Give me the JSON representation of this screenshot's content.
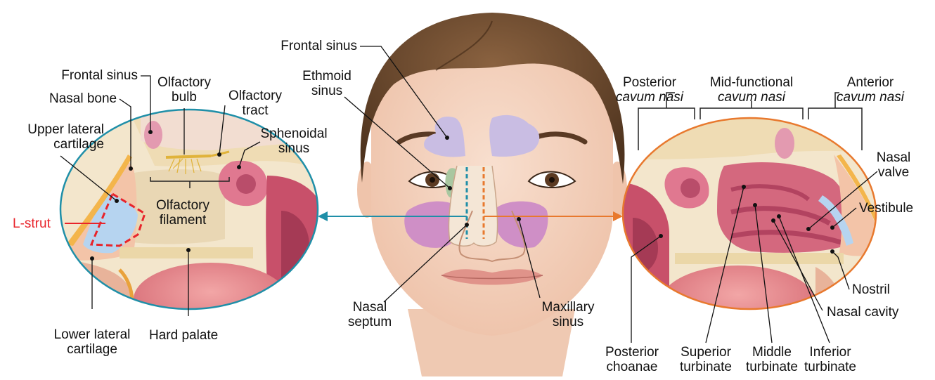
{
  "left_panel": {
    "frontal_sinus": "Frontal sinus",
    "nasal_bone": "Nasal bone",
    "upper_lateral_cartilage": [
      "Upper lateral",
      "cartilage"
    ],
    "olfactory_bulb": [
      "Olfactory",
      "bulb"
    ],
    "olfactory_tract": [
      "Olfactory",
      "tract"
    ],
    "sphenoidal_sinus": [
      "Sphenoidal",
      "sinus"
    ],
    "olfactory_filament": [
      "Olfactory",
      "filament"
    ],
    "l_strut": "L-strut",
    "lower_lateral_cartilage": [
      "Lower lateral",
      "cartilage"
    ],
    "hard_palate": "Hard palate"
  },
  "center_panel": {
    "frontal_sinus": "Frontal sinus",
    "ethmoid_sinus": [
      "Ethmoid",
      "sinus"
    ],
    "nasal_septum": [
      "Nasal",
      "septum"
    ],
    "maxillary_sinus": [
      "Maxillary",
      "sinus"
    ]
  },
  "right_panel": {
    "posterior": [
      "Posterior",
      "cavum nasi"
    ],
    "mid_functional": [
      "Mid-functional",
      "cavum nasi"
    ],
    "anterior": [
      "Anterior",
      "cavum nasi"
    ],
    "nasal_valve": [
      "Nasal",
      "valve"
    ],
    "vestibule": "Vestibule",
    "nostril": "Nostril",
    "nasal_cavity": "Nasal cavity",
    "posterior_choanae": [
      "Posterior",
      "choanae"
    ],
    "superior_turbinate": [
      "Superior",
      "turbinate"
    ],
    "middle_turbinate": [
      "Middle",
      "turbinate"
    ],
    "inferior_turbinate": [
      "Inferior",
      "turbinate"
    ]
  },
  "colors": {
    "left_ellipse": "#1f8fa8",
    "right_ellipse": "#e8792e",
    "l_strut": "#e8242b",
    "frontal_sinus_fill": "#c9bde3",
    "maxillary_sinus_fill": "#cf8fc6",
    "ethmoid_sinus_fill": "#a9c7a0",
    "hair": "#6a4a30",
    "skin": "#f5d6c3",
    "mucosa": "#c8506a",
    "cartilage": "#a9cdee"
  }
}
